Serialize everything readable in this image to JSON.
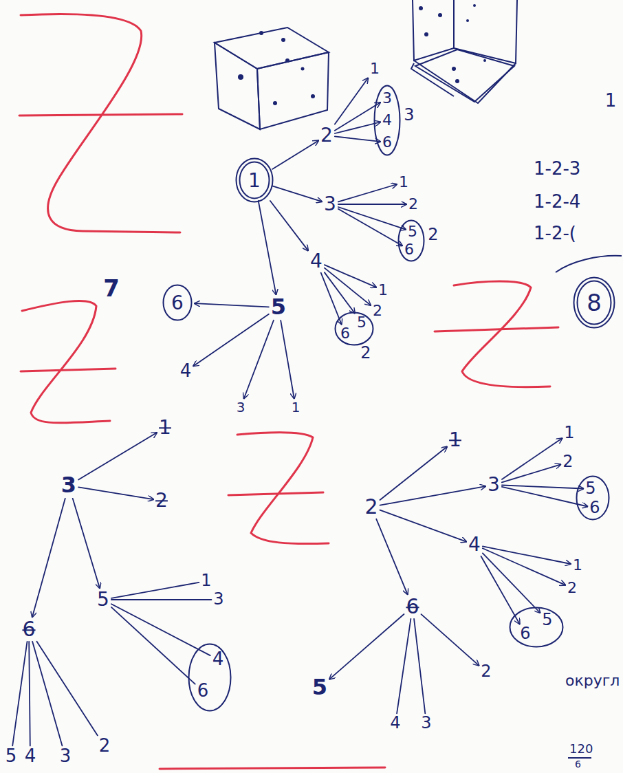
{
  "diagram": {
    "nodes": [
      {
        "text": [
          "1"
        ]
      },
      {
        "text": [
          "2"
        ]
      },
      {
        "text": [
          "1"
        ]
      },
      {
        "text": [
          "3"
        ]
      },
      {
        "text": [
          "3"
        ],
        "in": 3
      },
      {
        "text": [
          "4"
        ],
        "in": 3
      },
      {
        "text": [
          "6"
        ],
        "in": 3
      },
      {
        "text": [
          "3"
        ]
      },
      {
        "text": [
          "1"
        ]
      },
      {
        "text": [
          "2"
        ]
      },
      {
        "text": [
          "2"
        ]
      },
      {
        "text": [
          "5"
        ],
        "in": 10
      },
      {
        "text": [
          "6"
        ],
        "in": 10
      },
      {
        "text": [
          "4"
        ]
      },
      {
        "text": [
          "1"
        ]
      },
      {
        "text": [
          "2"
        ]
      },
      {
        "text": [
          "2"
        ]
      },
      {
        "text": [
          "5"
        ],
        "in": 16
      },
      {
        "text": [
          "6"
        ],
        "in": 16
      },
      {
        "text": [
          "5"
        ]
      },
      {
        "text": [
          "6"
        ]
      },
      {
        "text": [
          "4"
        ]
      },
      {
        "text": [
          "3"
        ]
      },
      {
        "text": [
          "1"
        ]
      },
      {
        "text": [
          "8"
        ]
      },
      {
        "text": [
          "3"
        ]
      },
      {
        "text": [
          "1"
        ]
      },
      {
        "text": [
          "2"
        ]
      },
      {
        "text": [
          "6"
        ]
      },
      {
        "text": [
          "5"
        ]
      },
      {
        "text": [
          "1"
        ]
      },
      {
        "text": [
          "3"
        ]
      },
      {
        "text": []
      },
      {
        "text": [
          "4"
        ],
        "in": 32
      },
      {
        "text": [
          "6"
        ],
        "in": 32
      },
      {
        "text": [
          "5"
        ]
      },
      {
        "text": [
          "4"
        ]
      },
      {
        "text": [
          "3"
        ]
      },
      {
        "text": [
          "2"
        ]
      },
      {
        "text": [
          "2"
        ]
      },
      {
        "text": [
          "1"
        ]
      },
      {
        "text": [
          "3"
        ]
      },
      {
        "text": [
          "1"
        ]
      },
      {
        "text": [
          "2"
        ]
      },
      {
        "text": []
      },
      {
        "text": [
          "5"
        ],
        "in": 44
      },
      {
        "text": [
          "6"
        ],
        "in": 44
      },
      {
        "text": [
          "4"
        ]
      },
      {
        "text": [
          "1"
        ]
      },
      {
        "text": [
          "2"
        ]
      },
      {
        "text": []
      },
      {
        "text": [
          "5"
        ],
        "in": 50
      },
      {
        "text": [
          "6"
        ],
        "in": 50
      },
      {
        "text": [
          "6"
        ]
      },
      {
        "text": [
          "5"
        ]
      },
      {
        "text": [
          "4"
        ]
      },
      {
        "text": [
          "3"
        ]
      },
      {
        "text": [
          "2"
        ]
      }
    ],
    "edges": [
      {
        "from": 0,
        "to": 1,
        "arrow": "to"
      },
      {
        "from": 0,
        "to": 7,
        "arrow": "to"
      },
      {
        "from": 0,
        "to": 13,
        "arrow": "to"
      },
      {
        "from": 0,
        "to": 19,
        "arrow": "to"
      },
      {
        "from": 1,
        "to": 2,
        "arrow": "to"
      },
      {
        "from": 1,
        "to": 4,
        "arrow": "to"
      },
      {
        "from": 1,
        "to": 5,
        "arrow": "to"
      },
      {
        "from": 1,
        "to": 6,
        "arrow": "to"
      },
      {
        "from": 7,
        "to": 8,
        "arrow": "to"
      },
      {
        "from": 7,
        "to": 9,
        "arrow": "to"
      },
      {
        "from": 7,
        "to": 11,
        "arrow": "to"
      },
      {
        "from": 7,
        "to": 12,
        "arrow": "to"
      },
      {
        "from": 13,
        "to": 14,
        "arrow": "to"
      },
      {
        "from": 13,
        "to": 15,
        "arrow": "to"
      },
      {
        "from": 13,
        "to": 17,
        "arrow": "to"
      },
      {
        "from": 13,
        "to": 18,
        "arrow": "to"
      },
      {
        "from": 19,
        "to": 20,
        "arrow": "to"
      },
      {
        "from": 19,
        "to": 21,
        "arrow": "to"
      },
      {
        "from": 19,
        "to": 22,
        "arrow": "to"
      },
      {
        "from": 19,
        "to": 23,
        "arrow": "to"
      },
      {
        "from": 25,
        "to": 26,
        "arrow": "to"
      },
      {
        "from": 25,
        "to": 27,
        "arrow": "to"
      },
      {
        "from": 25,
        "to": 28,
        "arrow": "to"
      },
      {
        "from": 25,
        "to": 29,
        "arrow": "to"
      },
      {
        "from": 29,
        "to": 30,
        "arrow": "none"
      },
      {
        "from": 29,
        "to": 31,
        "arrow": "none"
      },
      {
        "from": 29,
        "to": 33,
        "arrow": "none"
      },
      {
        "from": 29,
        "to": 34,
        "arrow": "none"
      },
      {
        "from": 28,
        "to": 35,
        "arrow": "none"
      },
      {
        "from": 28,
        "to": 36,
        "arrow": "none"
      },
      {
        "from": 28,
        "to": 37,
        "arrow": "none"
      },
      {
        "from": 28,
        "to": 38,
        "arrow": "none"
      },
      {
        "from": 39,
        "to": 40,
        "arrow": "to"
      },
      {
        "from": 39,
        "to": 41,
        "arrow": "to"
      },
      {
        "from": 39,
        "to": 47,
        "arrow": "to"
      },
      {
        "from": 39,
        "to": 53,
        "arrow": "to"
      },
      {
        "from": 41,
        "to": 42,
        "arrow": "to"
      },
      {
        "from": 41,
        "to": 43,
        "arrow": "to"
      },
      {
        "from": 41,
        "to": 45,
        "arrow": "to"
      },
      {
        "from": 41,
        "to": 46,
        "arrow": "to"
      },
      {
        "from": 47,
        "to": 48,
        "arrow": "to"
      },
      {
        "from": 47,
        "to": 49,
        "arrow": "to"
      },
      {
        "from": 47,
        "to": 51,
        "arrow": "to"
      },
      {
        "from": 47,
        "to": 52,
        "arrow": "to"
      },
      {
        "from": 53,
        "to": 54,
        "arrow": "to"
      },
      {
        "from": 53,
        "to": 55,
        "arrow": "none"
      },
      {
        "from": 53,
        "to": 56,
        "arrow": "none"
      },
      {
        "from": 53,
        "to": 57,
        "arrow": "to"
      }
    ],
    "labels": [
      "7",
      "1",
      "1-2-3",
      "1-2-4",
      "1-2-(",
      "округл",
      "120",
      "6"
    ]
  }
}
